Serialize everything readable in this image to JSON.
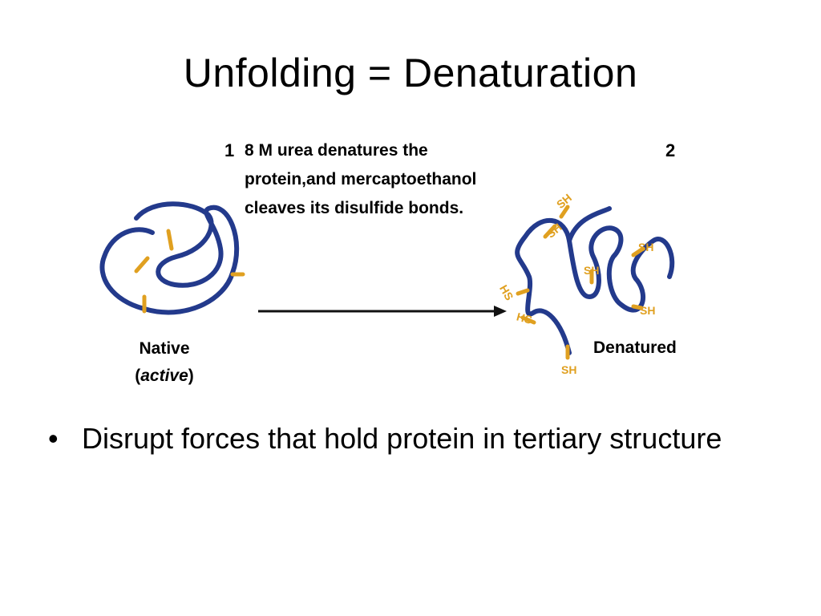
{
  "title": "Unfolding = Denaturation",
  "figure": {
    "step1_number": "1",
    "step1_text_lines": [
      "8 M urea denatures the",
      "protein,and mercaptoethanol",
      "cleaves its disulfide bonds."
    ],
    "step2_number": "2",
    "native_label": "Native",
    "native_sub_open": "(",
    "native_sub_active": "active",
    "native_sub_close": ")",
    "denatured_label": "Denatured",
    "sh_labels": [
      "SH",
      "SH",
      "SH",
      "SH",
      "HS",
      "HS",
      "SH",
      "SH"
    ],
    "colors": {
      "chain": "#233a8c",
      "bond": "#e0a020",
      "arrow": "#111111"
    }
  },
  "bullets": [
    "Disrupt forces that hold protein in tertiary structure"
  ]
}
